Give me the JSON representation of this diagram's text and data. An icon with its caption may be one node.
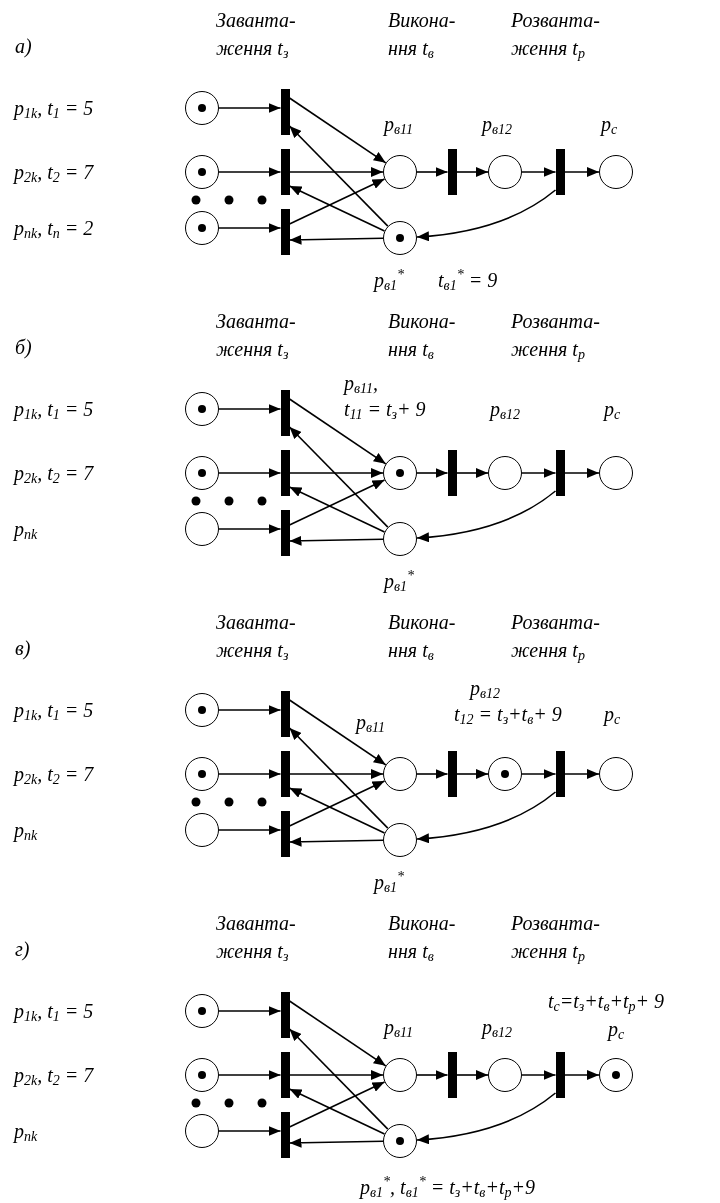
{
  "diagram": {
    "nodes": [
      {
        "text": [],
        "shape": "circle"
      },
      {
        "text": [],
        "shape": "circle",
        "in": 0
      },
      {
        "text": [],
        "shape": "circle"
      },
      {
        "text": [],
        "shape": "circle",
        "in": 2
      },
      {
        "text": [],
        "shape": "circle"
      },
      {
        "text": [],
        "shape": "circle",
        "in": 4
      },
      {
        "text": [],
        "shape": "bar"
      },
      {
        "text": [],
        "shape": "bar"
      },
      {
        "text": [],
        "shape": "bar"
      },
      {
        "text": [],
        "shape": "circle",
        "beside": [
          "p$_{в11}$"
        ]
      },
      {
        "text": [],
        "shape": "bar"
      },
      {
        "text": [],
        "shape": "circle",
        "beside": [
          "p$_{в12}$"
        ]
      },
      {
        "text": [],
        "shape": "bar"
      },
      {
        "text": [],
        "shape": "circle",
        "beside": [
          "p$_{c}$"
        ]
      },
      {
        "text": [],
        "shape": "circle",
        "beside": [
          "p$_{в1}$$^{*}$",
          "t$_{в1}$$^{*}$ = 9"
        ]
      },
      {
        "text": [],
        "shape": "circle",
        "in": 14
      },
      {
        "text": [],
        "shape": "circle"
      },
      {
        "text": [],
        "shape": "circle",
        "in": 16
      },
      {
        "text": [],
        "shape": "circle"
      },
      {
        "text": [],
        "shape": "circle",
        "in": 18
      },
      {
        "text": [],
        "shape": "circle"
      },
      {
        "text": [],
        "shape": "bar"
      },
      {
        "text": [],
        "shape": "bar"
      },
      {
        "text": [],
        "shape": "bar"
      },
      {
        "text": [],
        "shape": "circle",
        "beside": [
          "p$_{в11}$,",
          "t$_{11}$ = t$_{з}$+ 9"
        ]
      },
      {
        "text": [],
        "shape": "circle",
        "in": 24
      },
      {
        "text": [],
        "shape": "bar"
      },
      {
        "text": [],
        "shape": "circle",
        "beside": [
          "p$_{в12}$"
        ]
      },
      {
        "text": [],
        "shape": "bar"
      },
      {
        "text": [],
        "shape": "circle",
        "beside": [
          "p$_{c}$"
        ]
      },
      {
        "text": [],
        "shape": "circle",
        "beside": [
          "p$_{в1}$$^{*}$"
        ]
      },
      {
        "text": [],
        "shape": "circle"
      },
      {
        "text": [],
        "shape": "circle",
        "in": 31
      },
      {
        "text": [],
        "shape": "circle"
      },
      {
        "text": [],
        "shape": "circle",
        "in": 33
      },
      {
        "text": [],
        "shape": "circle"
      },
      {
        "text": [],
        "shape": "bar"
      },
      {
        "text": [],
        "shape": "bar"
      },
      {
        "text": [],
        "shape": "bar"
      },
      {
        "text": [],
        "shape": "circle",
        "beside": [
          "p$_{в11}$"
        ]
      },
      {
        "text": [],
        "shape": "bar"
      },
      {
        "text": [],
        "shape": "circle",
        "beside": [
          "p$_{в12}$",
          "t$_{12}$ = t$_{з}$+t$_{в}$+ 9"
        ]
      },
      {
        "text": [],
        "shape": "circle",
        "in": 41
      },
      {
        "text": [],
        "shape": "bar"
      },
      {
        "text": [],
        "shape": "circle",
        "beside": [
          "p$_{c}$"
        ]
      },
      {
        "text": [],
        "shape": "circle",
        "beside": [
          "p$_{в1}$$^{*}$"
        ]
      },
      {
        "text": [],
        "shape": "circle"
      },
      {
        "text": [],
        "shape": "circle",
        "in": 46
      },
      {
        "text": [],
        "shape": "circle"
      },
      {
        "text": [],
        "shape": "circle",
        "in": 48
      },
      {
        "text": [],
        "shape": "circle"
      },
      {
        "text": [],
        "shape": "bar"
      },
      {
        "text": [],
        "shape": "bar"
      },
      {
        "text": [],
        "shape": "bar"
      },
      {
        "text": [],
        "shape": "circle",
        "beside": [
          "p$_{в11}$"
        ]
      },
      {
        "text": [],
        "shape": "bar"
      },
      {
        "text": [],
        "shape": "circle",
        "beside": [
          "p$_{в12}$"
        ]
      },
      {
        "text": [],
        "shape": "bar"
      },
      {
        "text": [],
        "shape": "circle",
        "beside": [
          "t$_{c}$=t$_{з}$+t$_{в}$+t$_{p}$+ 9",
          "p$_{c}$"
        ]
      },
      {
        "text": [],
        "shape": "circle",
        "in": 58
      },
      {
        "text": [],
        "shape": "circle",
        "beside": [
          "p$_{в1}$$^{*}$, t$_{в1}$$^{*}$ = t$_{з}$+t$_{в}$+t$_{p}$+9"
        ]
      },
      {
        "text": [],
        "shape": "circle",
        "in": 60
      }
    ],
    "edges": [
      {
        "from": 0,
        "to": 6,
        "arrow": "to"
      },
      {
        "from": 2,
        "to": 7,
        "arrow": "to"
      },
      {
        "from": 4,
        "to": 8,
        "arrow": "to"
      },
      {
        "from": 6,
        "to": 9,
        "arrow": "to"
      },
      {
        "from": 7,
        "to": 9,
        "arrow": "to"
      },
      {
        "from": 8,
        "to": 9,
        "arrow": "to"
      },
      {
        "from": 14,
        "to": 6,
        "arrow": "to"
      },
      {
        "from": 14,
        "to": 7,
        "arrow": "to"
      },
      {
        "from": 14,
        "to": 8,
        "arrow": "to"
      },
      {
        "from": 9,
        "to": 10,
        "arrow": "to"
      },
      {
        "from": 10,
        "to": 11,
        "arrow": "to"
      },
      {
        "from": 11,
        "to": 12,
        "arrow": "to"
      },
      {
        "from": 12,
        "to": 13,
        "arrow": "to"
      },
      {
        "from": 12,
        "to": 14,
        "arrow": "to"
      },
      {
        "from": 16,
        "to": 21,
        "arrow": "to"
      },
      {
        "from": 18,
        "to": 22,
        "arrow": "to"
      },
      {
        "from": 20,
        "to": 23,
        "arrow": "to"
      },
      {
        "from": 21,
        "to": 24,
        "arrow": "to"
      },
      {
        "from": 22,
        "to": 24,
        "arrow": "to"
      },
      {
        "from": 23,
        "to": 24,
        "arrow": "to"
      },
      {
        "from": 30,
        "to": 21,
        "arrow": "to"
      },
      {
        "from": 30,
        "to": 22,
        "arrow": "to"
      },
      {
        "from": 30,
        "to": 23,
        "arrow": "to"
      },
      {
        "from": 24,
        "to": 26,
        "arrow": "to"
      },
      {
        "from": 26,
        "to": 27,
        "arrow": "to"
      },
      {
        "from": 27,
        "to": 28,
        "arrow": "to"
      },
      {
        "from": 28,
        "to": 29,
        "arrow": "to"
      },
      {
        "from": 28,
        "to": 30,
        "arrow": "to"
      },
      {
        "from": 31,
        "to": 36,
        "arrow": "to"
      },
      {
        "from": 33,
        "to": 37,
        "arrow": "to"
      },
      {
        "from": 35,
        "to": 38,
        "arrow": "to"
      },
      {
        "from": 36,
        "to": 39,
        "arrow": "to"
      },
      {
        "from": 37,
        "to": 39,
        "arrow": "to"
      },
      {
        "from": 38,
        "to": 39,
        "arrow": "to"
      },
      {
        "from": 45,
        "to": 36,
        "arrow": "to"
      },
      {
        "from": 45,
        "to": 37,
        "arrow": "to"
      },
      {
        "from": 45,
        "to": 38,
        "arrow": "to"
      },
      {
        "from": 39,
        "to": 40,
        "arrow": "to"
      },
      {
        "from": 40,
        "to": 41,
        "arrow": "to"
      },
      {
        "from": 41,
        "to": 43,
        "arrow": "to"
      },
      {
        "from": 43,
        "to": 44,
        "arrow": "to"
      },
      {
        "from": 43,
        "to": 45,
        "arrow": "to"
      },
      {
        "from": 46,
        "to": 51,
        "arrow": "to"
      },
      {
        "from": 48,
        "to": 52,
        "arrow": "to"
      },
      {
        "from": 50,
        "to": 53,
        "arrow": "to"
      },
      {
        "from": 51,
        "to": 54,
        "arrow": "to"
      },
      {
        "from": 52,
        "to": 54,
        "arrow": "to"
      },
      {
        "from": 53,
        "to": 54,
        "arrow": "to"
      },
      {
        "from": 60,
        "to": 51,
        "arrow": "to"
      },
      {
        "from": 60,
        "to": 52,
        "arrow": "to"
      },
      {
        "from": 60,
        "to": 53,
        "arrow": "to"
      },
      {
        "from": 54,
        "to": 55,
        "arrow": "to"
      },
      {
        "from": 55,
        "to": 56,
        "arrow": "to"
      },
      {
        "from": 56,
        "to": 57,
        "arrow": "to"
      },
      {
        "from": 57,
        "to": 58,
        "arrow": "to"
      },
      {
        "from": 57,
        "to": 60,
        "arrow": "to"
      }
    ],
    "labels": [
      "а)",
      "Заванта- ження t$_{з}$",
      "Викона- ння t$_{в}$",
      "Розванта- ження t$_{p}$",
      "p$_{1k}$, t$_{1}$ = 5",
      "p$_{2k}$, t$_{2}$ = 7",
      "p$_{nk}$, t$_{n}$ = 2",
      "б)",
      "Заванта- ження t$_{з}$",
      "Викона- ння t$_{в}$",
      "Розванта- ження t$_{p}$",
      "p$_{1k}$, t$_{1}$ = 5",
      "p$_{2k}$, t$_{2}$ = 7",
      "p$_{nk}$",
      "в)",
      "Заванта- ження t$_{з}$",
      "Викона- ння t$_{в}$",
      "Розванта- ження t$_{p}$",
      "p$_{1k}$, t$_{1}$ = 5",
      "p$_{2k}$, t$_{2}$ = 7",
      "p$_{nk}$",
      "г)",
      "Заванта- ження t$_{з}$",
      "Викона- ння t$_{в}$",
      "Розванта- ження t$_{p}$",
      "p$_{1k}$, t$_{1}$ = 5",
      "p$_{2k}$, t$_{2}$ = 7",
      "p$_{nk}$"
    ]
  }
}
